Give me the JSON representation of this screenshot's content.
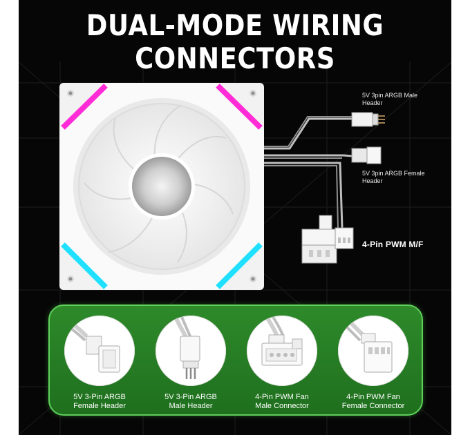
{
  "header": {
    "title": "DUAL-MODE WIRING CONNECTORS"
  },
  "callouts": {
    "argb_male": [
      "5V 3pin ARGB Male",
      "Header"
    ],
    "argb_female": [
      "5V 3pin ARGB Female",
      "Header"
    ],
    "pwm": "4-Pin PWM M/F"
  },
  "connectors": [
    {
      "line1": "5V 3-Pin ARGB",
      "line2": "Female Header",
      "icon": "argb-female-header-icon"
    },
    {
      "line1": "5V 3-Pin ARGB",
      "line2": "Male Header",
      "icon": "argb-male-header-icon"
    },
    {
      "line1": "4-Pin PWM Fan",
      "line2": "Male Connector",
      "icon": "pwm-male-connector-icon"
    },
    {
      "line1": "4-Pin PWM Fan",
      "line2": "Female Connector",
      "icon": "pwm-female-connector-icon"
    }
  ],
  "colors": {
    "background": "#060606",
    "panel_green": "#2a8526",
    "panel_border": "#5fd15a",
    "rgb_magenta": "#ff2bd6",
    "rgb_green": "#40ff60",
    "rgb_cyan": "#20e0ff"
  }
}
